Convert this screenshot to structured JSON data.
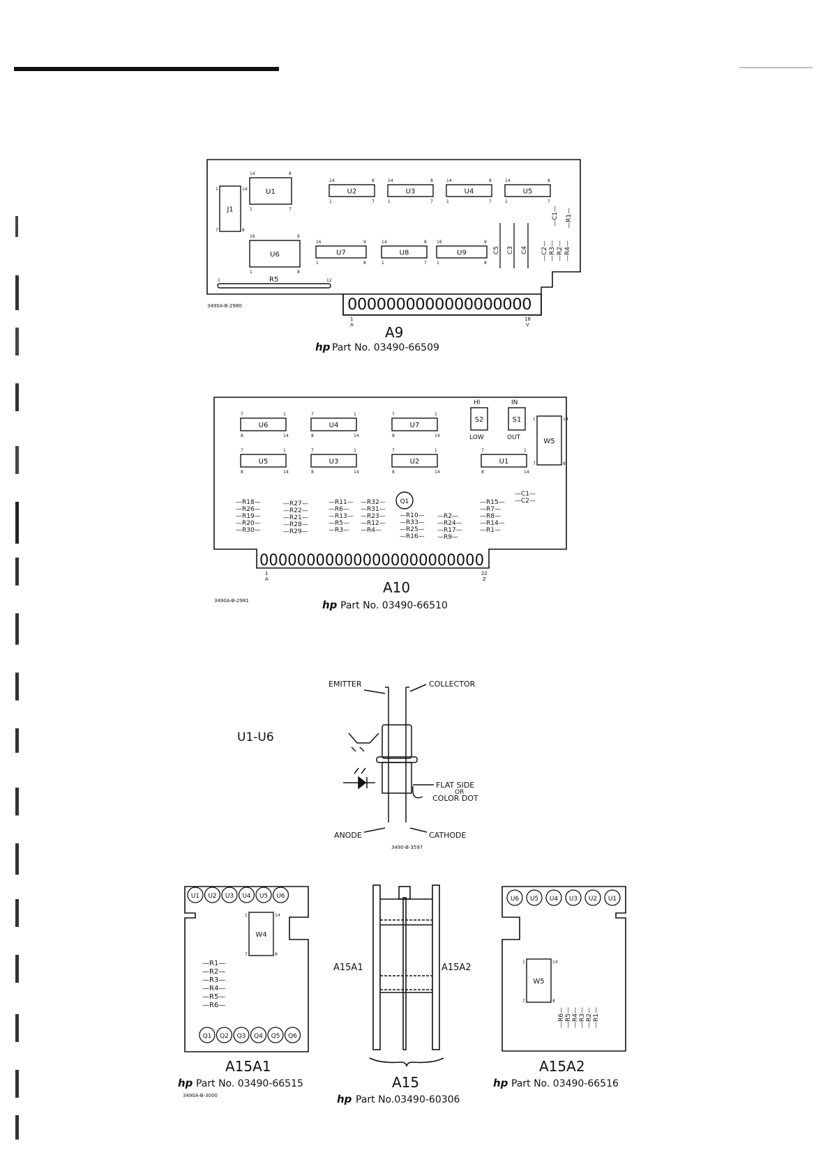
{
  "a9": {
    "title": "A9",
    "hp": "hp",
    "part": "Part No. 03490-66509",
    "drawing_no": "3490A-B-2980",
    "connector_first": "1",
    "connector_first_letter": "A",
    "connector_last": "18",
    "connector_last_letter": "V",
    "connector": "0000000000000000000",
    "ics": [
      {
        "label": "U1",
        "p1": "14",
        "p2": "8",
        "p3": "1",
        "p4": "7"
      },
      {
        "label": "U2",
        "p1": "14",
        "p2": "8",
        "p3": "1",
        "p4": "7"
      },
      {
        "label": "U3",
        "p1": "14",
        "p2": "8",
        "p3": "1",
        "p4": "7"
      },
      {
        "label": "U4",
        "p1": "14",
        "p2": "8",
        "p3": "1",
        "p4": "7"
      },
      {
        "label": "U5",
        "p1": "14",
        "p2": "8",
        "p3": "1",
        "p4": "7"
      },
      {
        "label": "U6",
        "p1": "16",
        "p2": "9",
        "p3": "1",
        "p4": "8"
      },
      {
        "label": "U7",
        "p1": "16",
        "p2": "9",
        "p3": "1",
        "p4": "8"
      },
      {
        "label": "U8",
        "p1": "14",
        "p2": "8",
        "p3": "1",
        "p4": "7"
      },
      {
        "label": "U9",
        "p1": "16",
        "p2": "9",
        "p3": "1",
        "p4": "8"
      }
    ],
    "j1": {
      "label": "J1",
      "p1": "1",
      "p2": "14",
      "p3": "7",
      "p4": "8"
    },
    "r5": {
      "label": "R5",
      "p1": "1",
      "p2": "12"
    },
    "caps": [
      "C5",
      "C3",
      "C4"
    ],
    "right_parts": [
      "C1",
      "R1",
      "C2",
      "R3",
      "R2",
      "R4"
    ]
  },
  "a10": {
    "title": "A10",
    "hp": "hp",
    "part": "Part No. 03490-66510",
    "drawing_no": "3490A-B-2981",
    "connector_first": "1",
    "connector_first_letter": "A",
    "connector_last": "22",
    "connector_last_letter": "Z",
    "connector": "000000000000000000000000",
    "ics": [
      {
        "label": "U6",
        "p1": "7",
        "p2": "1",
        "p3": "8",
        "p4": "14"
      },
      {
        "label": "U4",
        "p1": "7",
        "p2": "1",
        "p3": "8",
        "p4": "14"
      },
      {
        "label": "U7",
        "p1": "7",
        "p2": "1",
        "p3": "8",
        "p4": "14"
      },
      {
        "label": "U5",
        "p1": "7",
        "p2": "1",
        "p3": "8",
        "p4": "14"
      },
      {
        "label": "U3",
        "p1": "7",
        "p2": "1",
        "p3": "8",
        "p4": "14"
      },
      {
        "label": "U2",
        "p1": "7",
        "p2": "1",
        "p3": "8",
        "p4": "14"
      },
      {
        "label": "U1",
        "p1": "7",
        "p2": "1",
        "p3": "8",
        "p4": "14"
      }
    ],
    "s2": {
      "top": "HI",
      "label": "S2",
      "bottom": "LOW"
    },
    "s1": {
      "top": "IN",
      "label": "S1",
      "bottom": "OUT"
    },
    "w5": {
      "label": "W5",
      "p1": "1",
      "p2": "14",
      "p3": "7",
      "p4": "8"
    },
    "q1": "Q1",
    "resistor_cols": [
      [
        "R18",
        "R26",
        "R19",
        "R20",
        "R30"
      ],
      [
        "R27",
        "R22",
        "R21",
        "R28",
        "R29"
      ],
      [
        "R11",
        "R6",
        "R13",
        "R5",
        "R3"
      ],
      [
        "R32",
        "R31",
        "R23",
        "R12",
        "R4"
      ],
      [
        "R10",
        "R33",
        "R25",
        "R16"
      ],
      [
        "R2",
        "R24",
        "R17",
        "R9"
      ],
      [
        "R15",
        "R7",
        "R8",
        "R14",
        "R1"
      ],
      [
        "C1",
        "C2"
      ]
    ]
  },
  "opto": {
    "title": "U1-U6",
    "emitter": "EMITTER",
    "collector": "COLLECTOR",
    "flat": "FLAT SIDE",
    "or": "OR",
    "dot": "COLOR DOT",
    "anode": "ANODE",
    "cathode": "CATHODE",
    "drawing_no": "3490-B-3597"
  },
  "a15a1": {
    "title": "A15A1",
    "hp": "hp",
    "part": "Part No. 03490-66515",
    "drawing_no": "3490A-B-3000",
    "top_us": [
      "U1",
      "U2",
      "U3",
      "U4",
      "U5",
      "U6"
    ],
    "bottom_qs": [
      "Q1",
      "Q2",
      "Q3",
      "Q4",
      "Q5",
      "Q6"
    ],
    "w4": {
      "label": "W4",
      "p1": "1",
      "p2": "14",
      "p3": "7",
      "p4": "8"
    },
    "resistors": [
      "R1",
      "R2",
      "R3",
      "R4",
      "R5",
      "R6"
    ]
  },
  "a15": {
    "title": "A15",
    "hp": "hp",
    "part": "Part No.03490-60306",
    "left": "A15A1",
    "right": "A15A2"
  },
  "a15a2": {
    "title": "A15A2",
    "hp": "hp",
    "part": "Part No. 03490-66516",
    "top_us": [
      "U6",
      "U5",
      "U4",
      "U3",
      "U2",
      "U1"
    ],
    "w5": {
      "label": "W5",
      "p1": "1",
      "p2": "14",
      "p3": "7",
      "p4": "8"
    },
    "resistors": [
      "R6",
      "R5",
      "R4",
      "R3",
      "R2",
      "R1"
    ]
  }
}
